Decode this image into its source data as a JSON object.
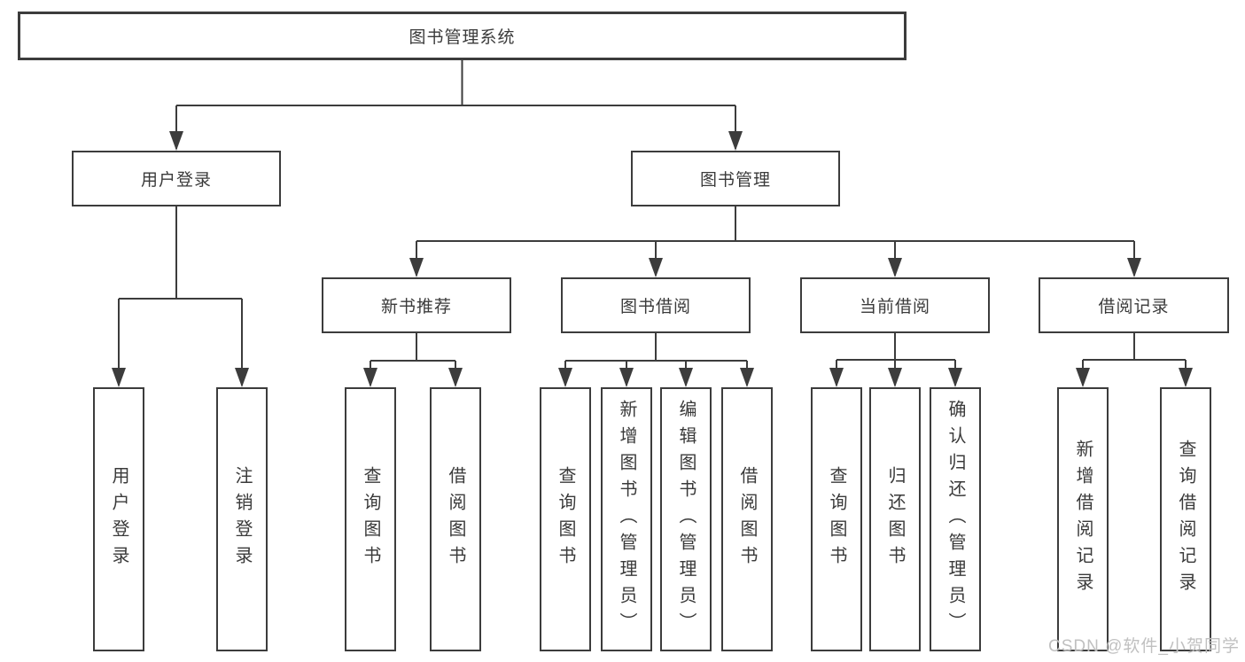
{
  "diagram": {
    "title": "图书管理系统",
    "branches": [
      {
        "label": "用户登录",
        "children": [
          {
            "label": "用户登录"
          },
          {
            "label": "注销登录"
          }
        ]
      },
      {
        "label": "图书管理",
        "children": [
          {
            "label": "新书推荐",
            "children": [
              {
                "label": "查询图书"
              },
              {
                "label": "借阅图书"
              }
            ]
          },
          {
            "label": "图书借阅",
            "children": [
              {
                "label": "查询图书"
              },
              {
                "label": "新增图书（管理员）"
              },
              {
                "label": "编辑图书（管理员）"
              },
              {
                "label": "借阅图书"
              }
            ]
          },
          {
            "label": "当前借阅",
            "children": [
              {
                "label": "查询图书"
              },
              {
                "label": "归还图书"
              },
              {
                "label": "确认归还（管理员）"
              }
            ]
          },
          {
            "label": "借阅记录",
            "children": [
              {
                "label": "新增借阅记录"
              },
              {
                "label": "查询借阅记录"
              }
            ]
          }
        ]
      }
    ]
  },
  "watermark": {
    "text": "CSDN @软件_小贺同学"
  },
  "colors": {
    "line": "#3c3c3c",
    "box_border": "#3c3c3c",
    "text": "#3a3a3a",
    "watermark": "#bbbbbb",
    "background": "#ffffff"
  }
}
